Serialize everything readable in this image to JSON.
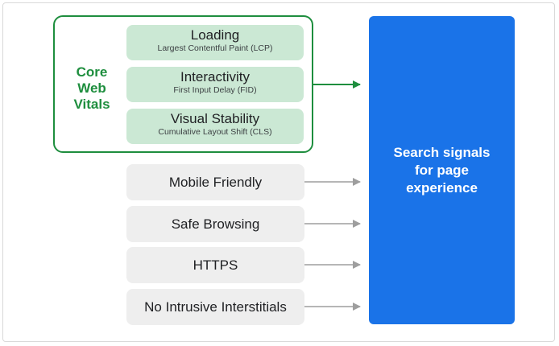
{
  "core_web_vitals": {
    "label_lines": [
      "Core",
      "Web",
      "Vitals"
    ],
    "metrics": [
      {
        "title": "Loading",
        "subtitle": "Largest Contentful Paint (LCP)"
      },
      {
        "title": "Interactivity",
        "subtitle": "First Input Delay (FID)"
      },
      {
        "title": "Visual Stability",
        "subtitle": "Cumulative Layout Shift (CLS)"
      }
    ]
  },
  "other_signals": [
    "Mobile Friendly",
    "Safe Browsing",
    "HTTPS",
    "No Intrusive Interstitials"
  ],
  "target": {
    "lines": [
      "Search signals",
      "for page",
      "experience"
    ]
  },
  "colors": {
    "green": "#1e8e3e",
    "green_fill": "#cbe8d4",
    "blue": "#1a73e8",
    "gray_fill": "#eeeeee",
    "arrow_gray": "#9e9e9e"
  }
}
